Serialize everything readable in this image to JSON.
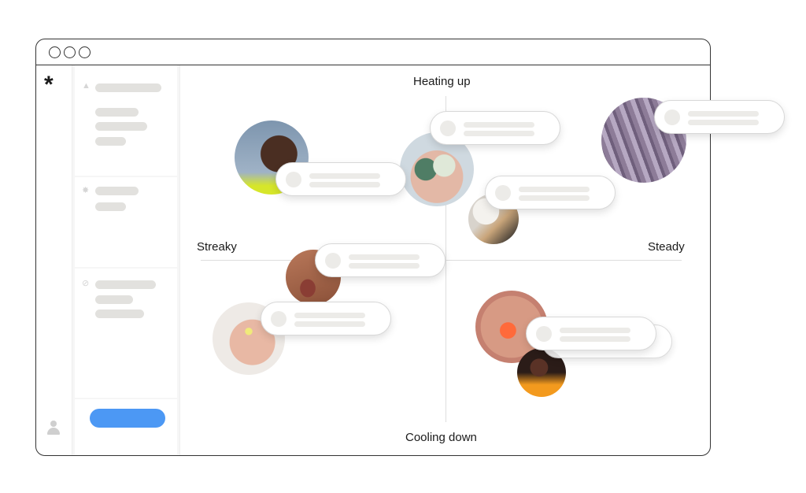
{
  "window": {
    "controls": [
      "close",
      "minimize",
      "maximize"
    ]
  },
  "app": {
    "logo": "*"
  },
  "sidebar": {
    "sections": [
      {
        "icon": "triangle-icon"
      },
      {
        "icon": "star-icon"
      },
      {
        "icon": "leaf-icon"
      }
    ],
    "cta_color": "#4c98f4"
  },
  "chart": {
    "top_label": "Heating up",
    "bottom_label": "Cooling down",
    "left_label": "Streaky",
    "right_label": "Steady"
  },
  "photos": [
    "portrait-sky",
    "jade-gua-sha",
    "lavender-hair",
    "face-brush",
    "lips",
    "yellow-nails",
    "orange-eyeliner",
    "portrait-orange"
  ]
}
